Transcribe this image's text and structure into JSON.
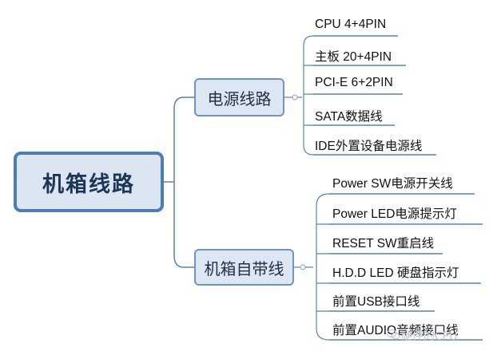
{
  "root": {
    "label": "机箱线路"
  },
  "branches": [
    {
      "label": "电源线路",
      "items": [
        "CPU 4+4PIN",
        "主板 20+4PIN",
        "PCI-E 6+2PIN",
        "SATA数据线",
        "IDE外置设备电源线"
      ]
    },
    {
      "label": "机箱自带线",
      "items": [
        "Power SW电源开关线",
        "Power LED电源提示灯",
        "RESET SW重启线",
        "H.D.D LED 硬盘指示灯",
        "前置USB接口线",
        "前置AUDIO音频接口线"
      ]
    }
  ],
  "watermark": "硬件的CPU",
  "colors": {
    "root_border": "#4c7db4",
    "box_fill": "#dbe6f2",
    "branch_border": "#6e94c2",
    "line": "#5a82b4"
  }
}
